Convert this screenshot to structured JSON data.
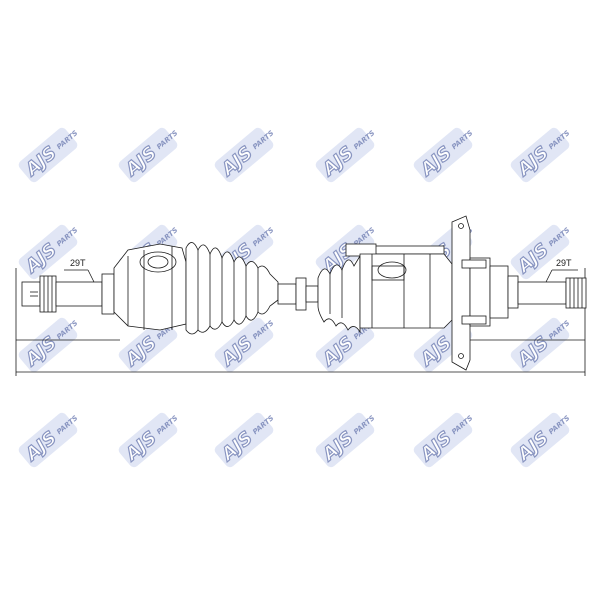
{
  "watermark": {
    "brand": "AJS",
    "suffix": "PARTS",
    "color": "#2a3f8f",
    "tile_color": "#c9d3ee"
  },
  "diagram": {
    "type": "drive-shaft technical drawing",
    "left_spline_label": "29T",
    "right_spline_label": "29T",
    "line_color": "#1a1a1a"
  }
}
